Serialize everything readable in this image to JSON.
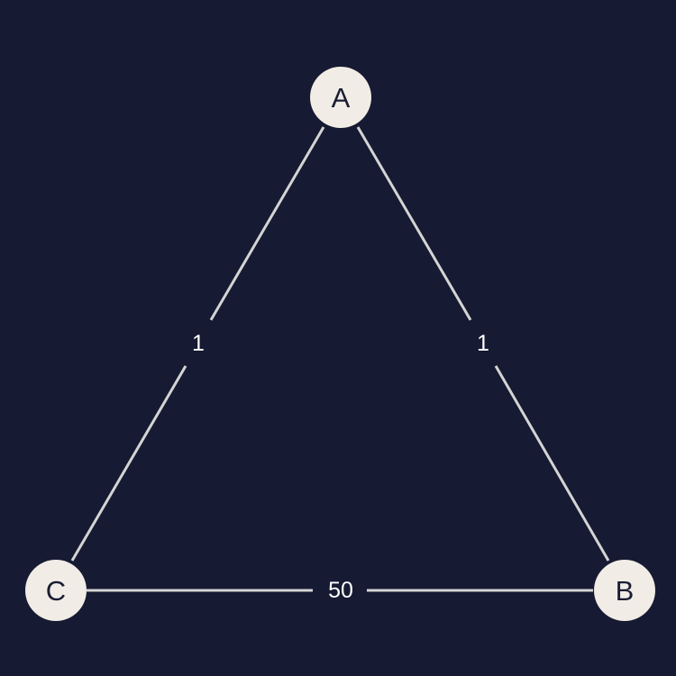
{
  "colors": {
    "background": "#161a32",
    "node_fill": "#f1ede6",
    "node_text": "#1a1d33",
    "edge_stroke": "#d4d4d4",
    "edge_label_text": "#ffffff"
  },
  "nodes": [
    {
      "id": "A",
      "label": "A"
    },
    {
      "id": "B",
      "label": "B"
    },
    {
      "id": "C",
      "label": "C"
    }
  ],
  "edges": [
    {
      "from": "C",
      "to": "A",
      "weight": "1"
    },
    {
      "from": "A",
      "to": "B",
      "weight": "1"
    },
    {
      "from": "C",
      "to": "B",
      "weight": "50"
    }
  ]
}
